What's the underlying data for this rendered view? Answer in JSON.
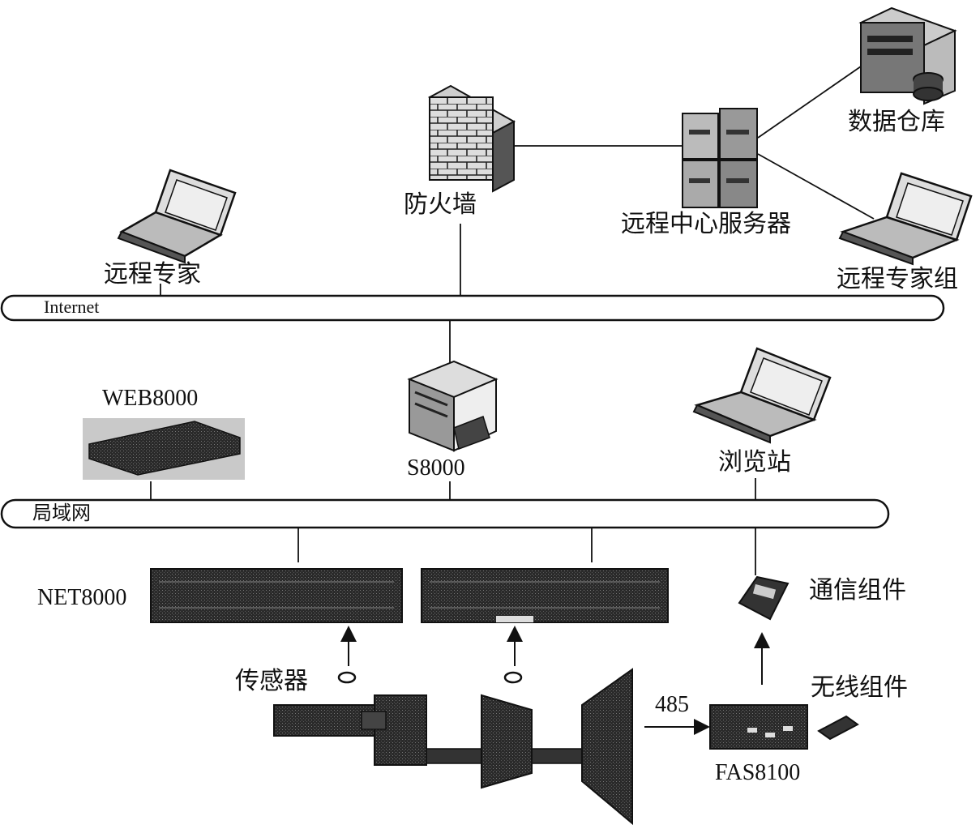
{
  "networks": {
    "internet": "Internet",
    "lan": "局域网"
  },
  "nodes": {
    "firewall": "防火墙",
    "remote_server": "远程中心服务器",
    "data_warehouse": "数据仓库",
    "remote_expert": "远程专家",
    "remote_expert_group": "远程专家组",
    "web8000": "WEB8000",
    "s8000": "S8000",
    "browser_station": "浏览站",
    "net8000": "NET8000",
    "comm_module": "通信组件",
    "sensor": "传感器",
    "wireless_module": "无线组件",
    "fas8100": "FAS8100",
    "rs485": "485"
  },
  "icons": {
    "laptop": "laptop-icon",
    "server": "server-icon",
    "firewall": "firewall-icon",
    "rack": "rack-unit-icon",
    "turbine": "turbine-icon"
  }
}
